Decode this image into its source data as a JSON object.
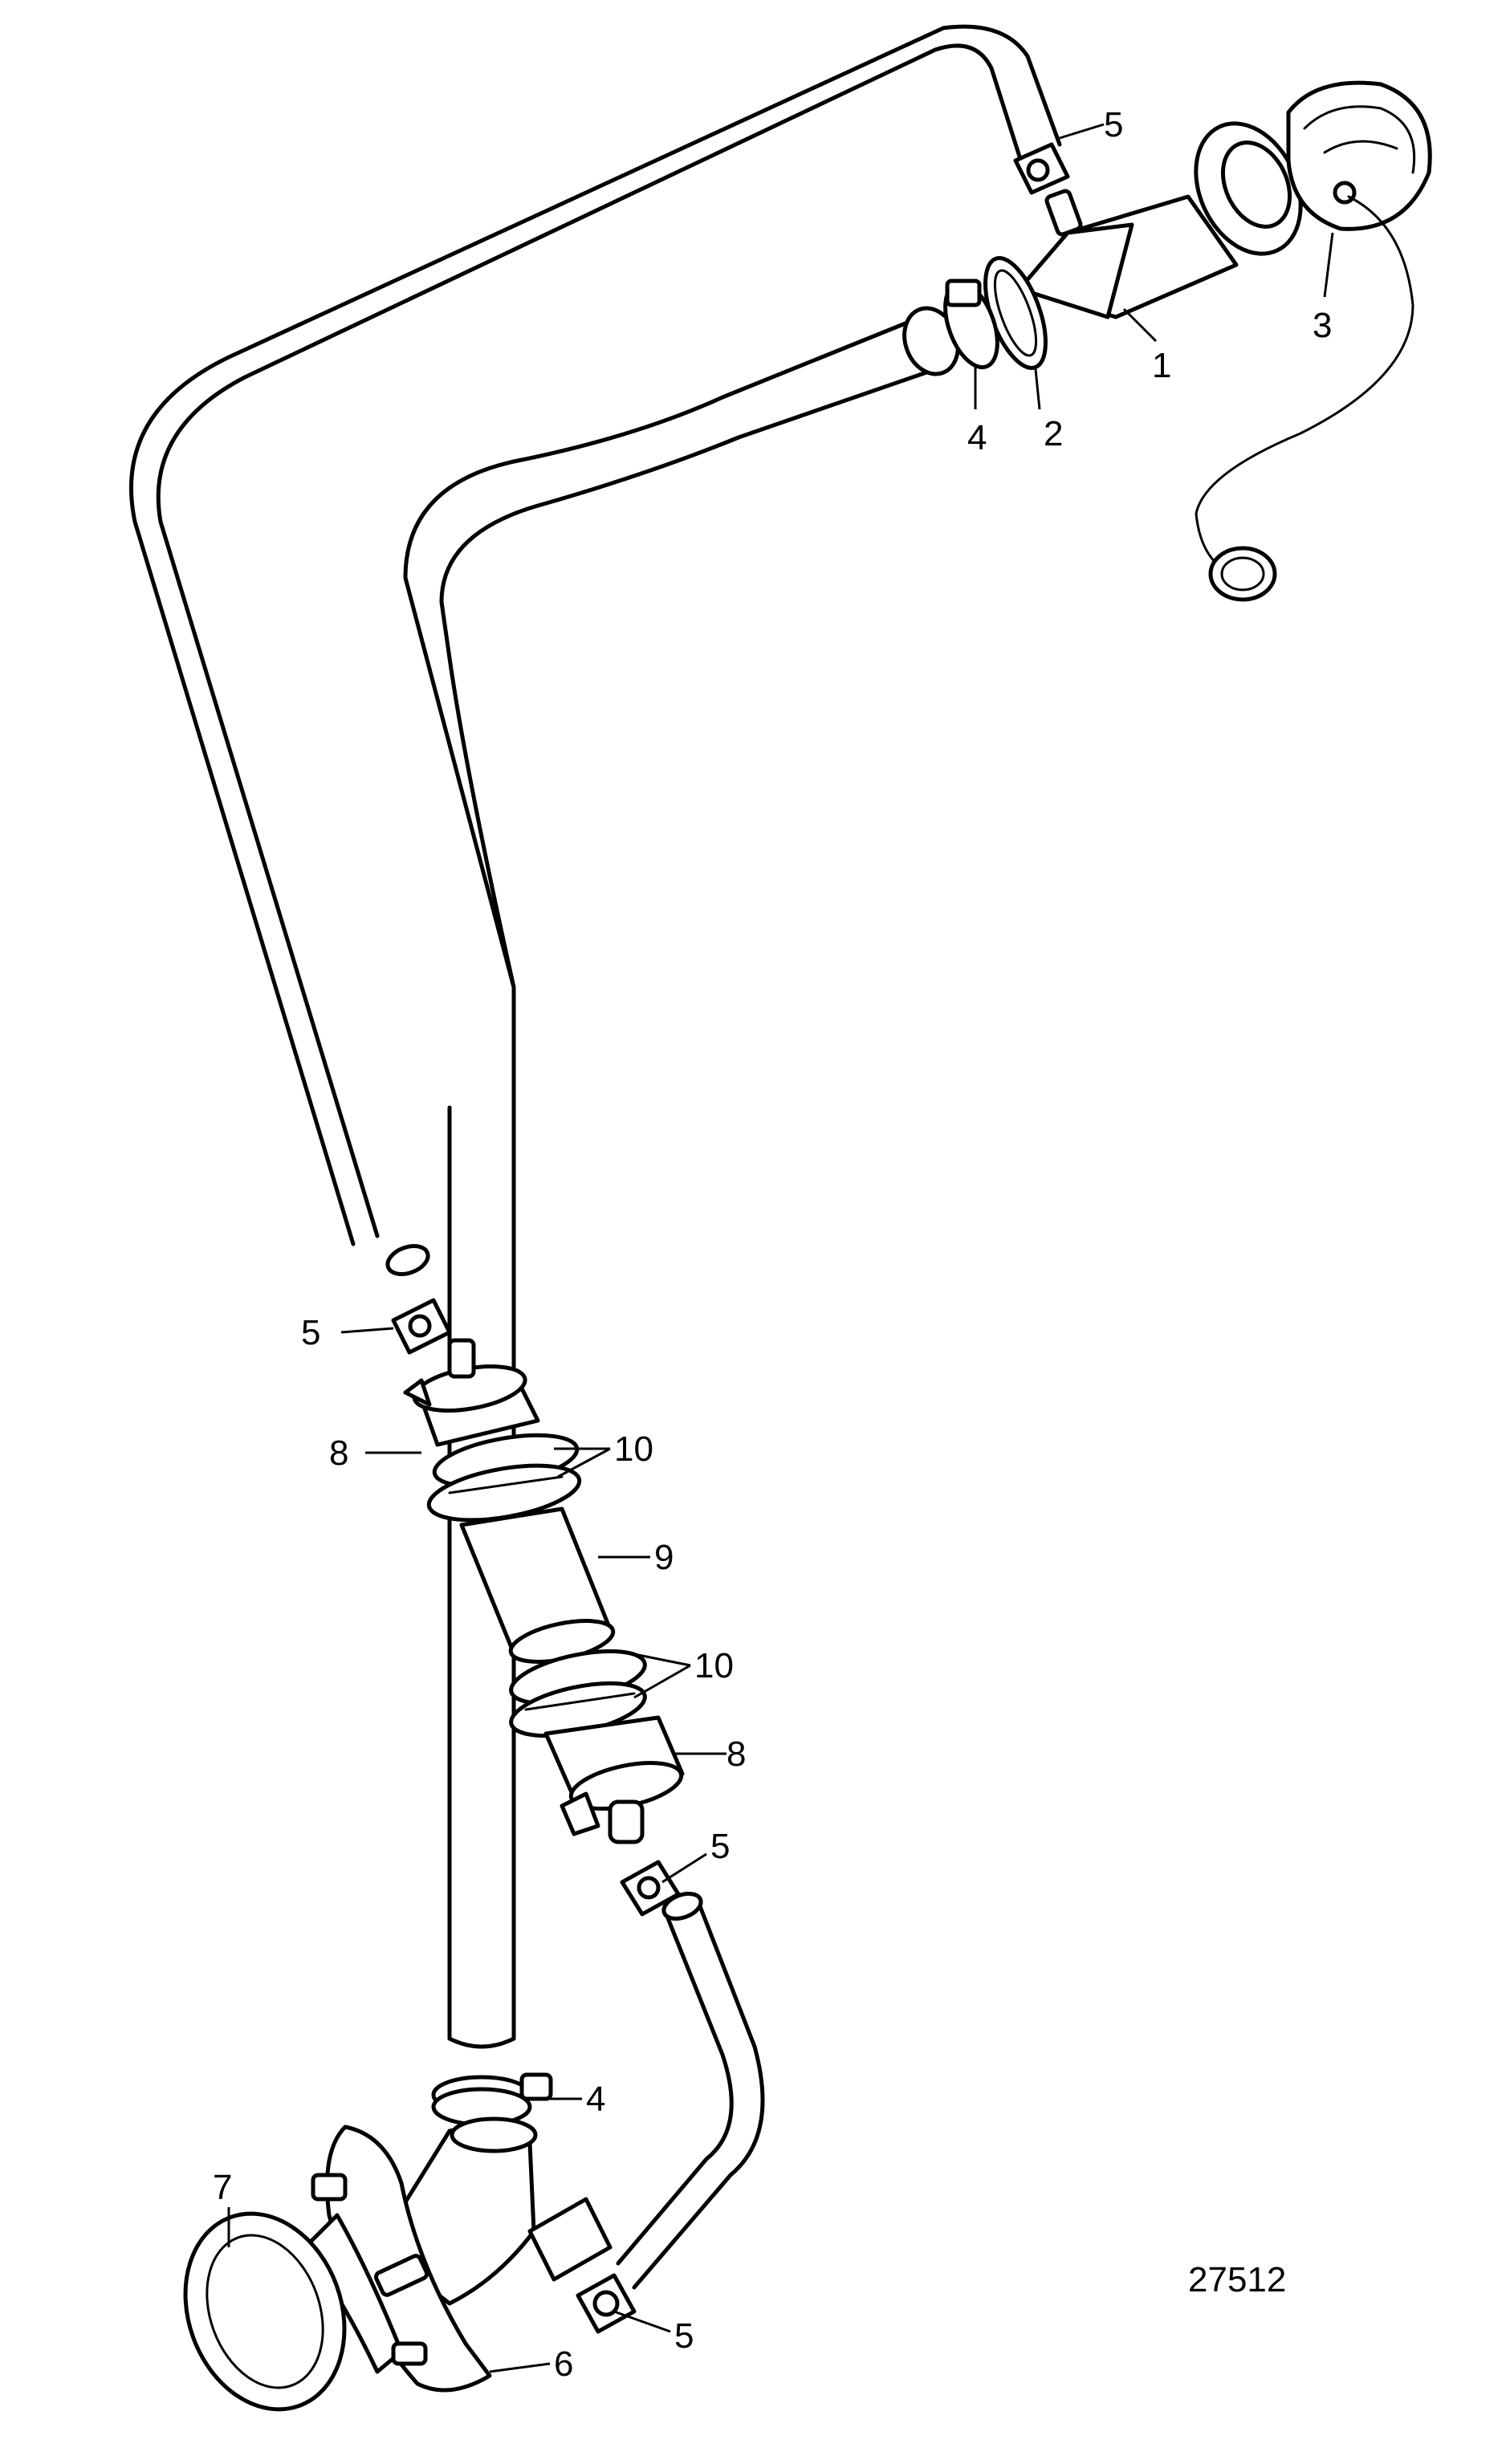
{
  "callouts": {
    "c1": "1",
    "c2": "2",
    "c3": "3",
    "c4_top": "4",
    "c4_bottom": "4",
    "c5_top": "5",
    "c5_left": "5",
    "c5_mid": "5",
    "c5_bottom": "5",
    "c6": "6",
    "c7": "7",
    "c8_upper": "8",
    "c8_lower": "8",
    "c9": "9",
    "c10_upper": "10",
    "c10_lower": "10"
  },
  "drawing_number": "27512"
}
